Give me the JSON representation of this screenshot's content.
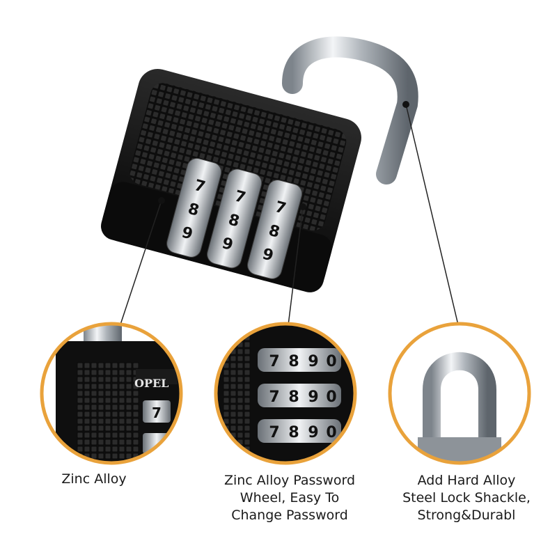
{
  "callouts": [
    {
      "lines": [
        "Zinc Alloy"
      ]
    },
    {
      "lines": [
        "Zinc Alloy Password",
        "Wheel, Easy To",
        "Change Password"
      ]
    },
    {
      "lines": [
        "Add Hard Alloy",
        "Steel Lock Shackle,",
        "Strong&Durabl"
      ]
    }
  ],
  "brand_fragment": "OPEL",
  "wheel_digits": [
    "7",
    "8",
    "9",
    "0"
  ],
  "colors": {
    "ring": "#e9a23b",
    "body": "#111111",
    "steel": "#c8cdd2",
    "leader": "#222222"
  }
}
